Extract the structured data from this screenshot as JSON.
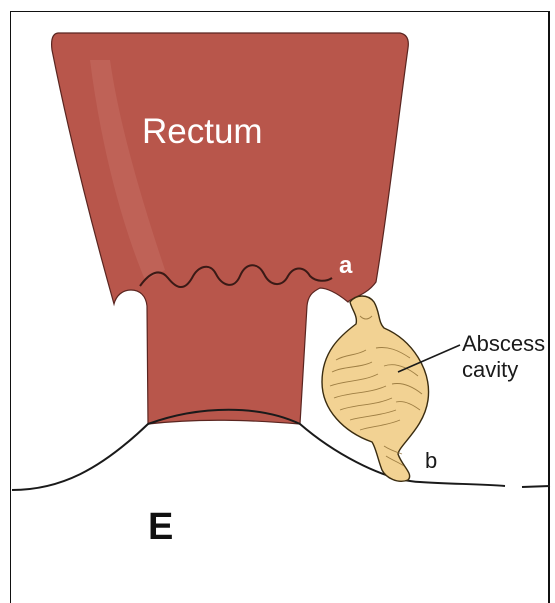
{
  "figure": {
    "organ_label": "Rectum",
    "point_a": "a",
    "point_b": "b",
    "callout_line1": "Abscess",
    "callout_line2": "cavity",
    "panel_letter": "E"
  },
  "colors": {
    "rectum": "#b8564b",
    "abscess": "#f2d293",
    "outline": "#1a1a1a",
    "background": "#ffffff"
  }
}
